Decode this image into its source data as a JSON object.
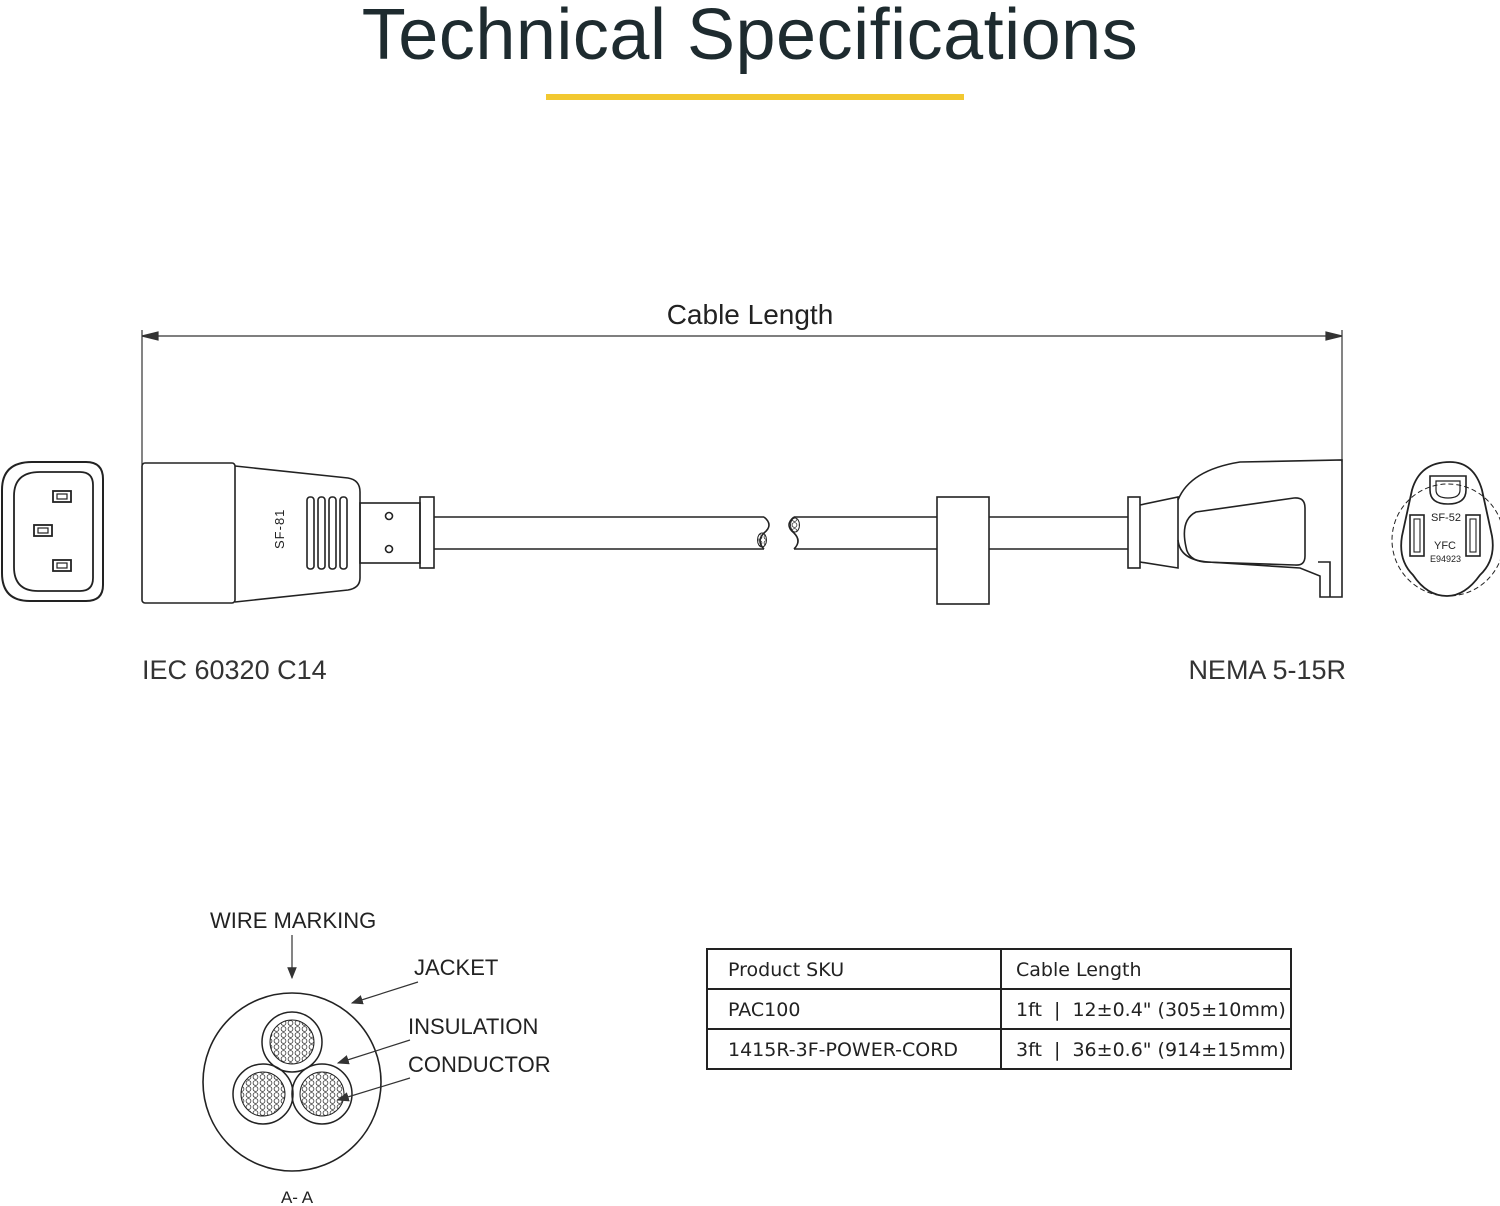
{
  "page": {
    "title": "Technical Specifications",
    "accent_color": "#f2c830"
  },
  "diagram": {
    "dimension_label": "Cable Length",
    "left_connector": {
      "name": "IEC 60320 C14",
      "molding_marking": "SF-81"
    },
    "right_connector": {
      "name": "NEMA 5-15R",
      "markings": [
        "SF-52",
        "YFC",
        "E94923"
      ]
    }
  },
  "cross_section": {
    "labels": {
      "wire_marking": "WIRE MARKING",
      "jacket": "JACKET",
      "insulation": "INSULATION",
      "conductor": "CONDUCTOR"
    },
    "section_label": "A- A"
  },
  "table": {
    "headers": [
      "Product SKU",
      "Cable Length"
    ],
    "rows": [
      {
        "sku": "PAC100",
        "ft": "1ft",
        "length": "12±0.4\" (305±10mm)"
      },
      {
        "sku": "1415R-3F-POWER-CORD",
        "ft": "3ft",
        "length": "36±0.6\" (914±15mm)"
      }
    ]
  }
}
